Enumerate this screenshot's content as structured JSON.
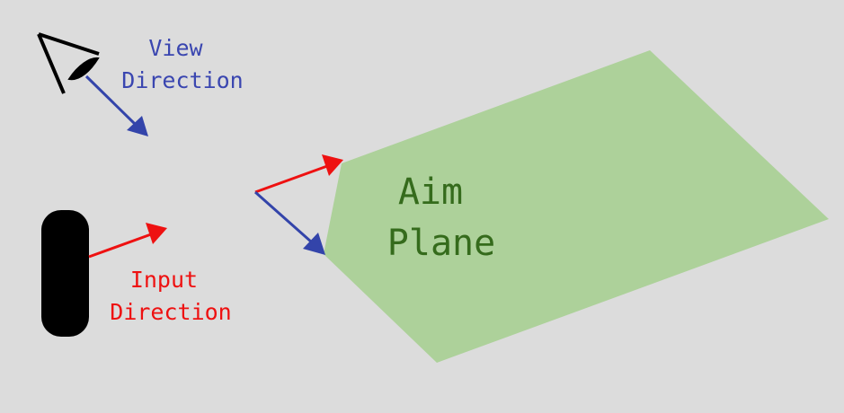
{
  "labels": {
    "view_direction": [
      "View",
      "Direction"
    ],
    "input_direction": [
      "Input",
      "Direction"
    ],
    "aim_plane": [
      "Aim",
      "Plane"
    ]
  },
  "colors": {
    "background": "#dcdcdc",
    "view_arrow": "#3344aa",
    "input_arrow": "#ee1111",
    "plane_fill": "#add19a",
    "plane_text": "#356b1c",
    "view_text": "#3a46b0",
    "input_text": "#ee1111",
    "eye": "#000000",
    "body_shape": "#000000"
  },
  "icons": {
    "eye": "eye-icon",
    "body": "pill-shape"
  }
}
